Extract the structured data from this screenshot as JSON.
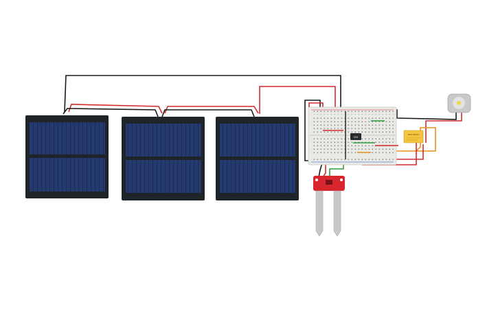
{
  "canvas": {
    "background": "#ffffff"
  },
  "colors": {
    "wire_red": "#d42a2a",
    "wire_black": "#1a1a1a",
    "wire_green": "#2e9b3a",
    "wire_orange": "#e8901c",
    "panel_frame": "#1f2429",
    "panel_cell": "#243a6e",
    "breadboard": "#e9e9e6",
    "relay_body": "#f4c542",
    "sensor_board": "#d8262f",
    "motor_body": "#c9c9c9"
  },
  "components": {
    "solar_panels": [
      "solar-panel-1",
      "solar-panel-2",
      "solar-panel-3"
    ],
    "breadboard": "half-size-breadboard",
    "ic": "transistor-ic",
    "relay": "relay-module",
    "sensor": "soil-moisture-sensor",
    "motor": "dc-motor"
  },
  "labels": {
    "ic_text": "555",
    "relay_text": "SRD-05VDC"
  }
}
